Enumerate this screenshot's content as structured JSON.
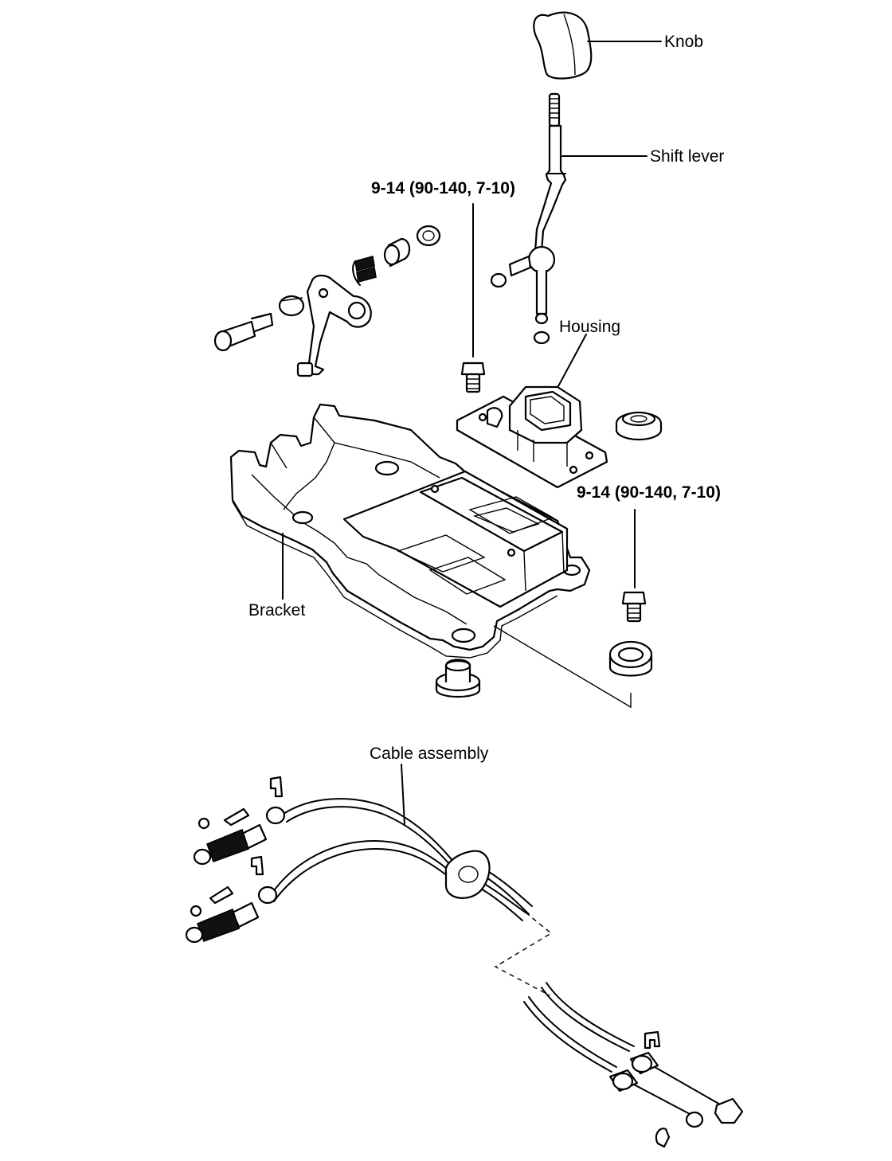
{
  "labels": {
    "knob": "Knob",
    "shift_lever": "Shift lever",
    "torque_1": "9-14 (90-140, 7-10)",
    "housing": "Housing",
    "torque_2": "9-14 (90-140, 7-10)",
    "bracket": "Bracket",
    "cable_assembly": "Cable assembly"
  }
}
